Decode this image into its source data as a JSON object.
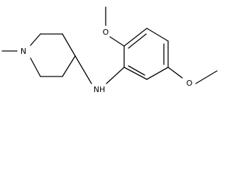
{
  "molecule": {
    "atoms": {
      "ring_nitrogen": "N",
      "amine_nh": "NH",
      "oxygen_top": "O",
      "oxygen_right": "O"
    }
  },
  "colors": {
    "bond": "#000000",
    "label": "#000000",
    "background": "#ffffff"
  }
}
